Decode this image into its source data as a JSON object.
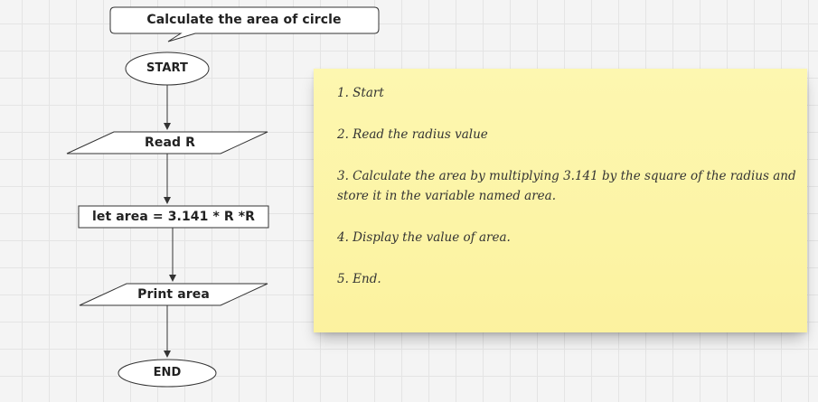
{
  "flowchart": {
    "title": "Calculate the area of circle",
    "start": "START",
    "input": "Read R",
    "process": "let area = 3.141 * R *R",
    "output": "Print area",
    "end": "END"
  },
  "note": {
    "steps": [
      "1. Start",
      "2. Read the radius value",
      "3. Calculate the area by multiplying 3.141 by the square of the radius and store it in the variable named area.",
      "4. Display the value of area.",
      "5. End."
    ]
  },
  "colors": {
    "canvas_background": "#f4f4f4",
    "grid_line": "#e4e4e4",
    "shape_stroke": "#333333",
    "sticky_note": "#fcf29f",
    "text": "#222222"
  }
}
